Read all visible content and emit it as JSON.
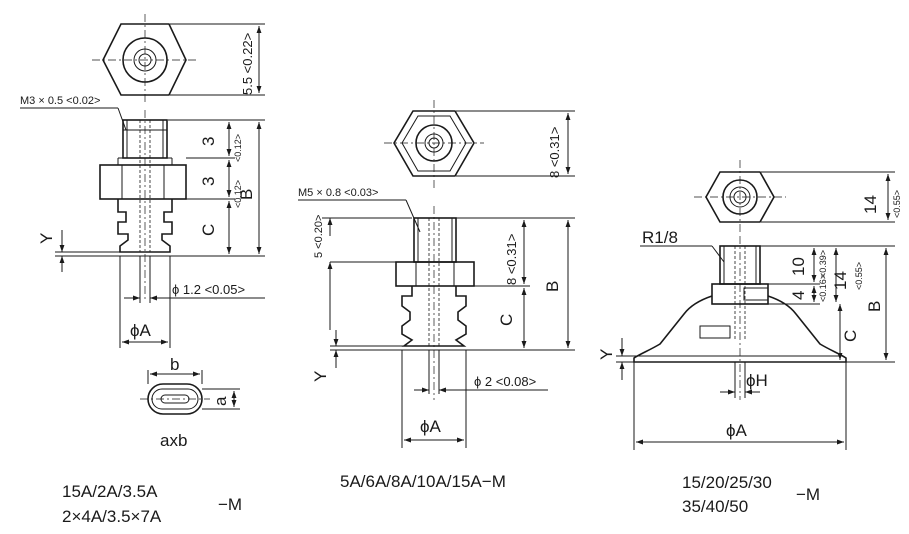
{
  "fig1": {
    "height_hex": "5.5 <0.22>",
    "thread": "M3 × 0.5 <0.02>",
    "dim_3a": "3",
    "dim_3b": "3",
    "tol_012a": "<0.12>",
    "tol_012b": "<0.12>",
    "B": "B",
    "C": "C",
    "Y": "Y",
    "phi12": "ϕ 1.2 <0.05>",
    "phiA": "ϕA",
    "b": "b",
    "a": "a",
    "axb": "axb",
    "caption1": "15A/2A/3.5A",
    "caption2": "2×4A/3.5×7A",
    "suffix": "−M"
  },
  "fig2": {
    "height_hex": "8 <0.31>",
    "thread": "M5 × 0.8 <0.03>",
    "dim_5": "5 <0.20>",
    "dim_8": "8 <0.31>",
    "B": "B",
    "C": "C",
    "Y": "Y",
    "phi2": "ϕ 2 <0.08>",
    "phiA": "ϕA",
    "caption": "5A/6A/8A/10A/15A−M"
  },
  "fig3": {
    "height_hex": "14",
    "tol_055": "<0.55>",
    "thread": "R1/8",
    "dim_10": "10",
    "tol_039": "<0.39>",
    "dim_4": "4",
    "tol_016": "<0.16>",
    "dim_14": "14",
    "tol_055b": "<0.55>",
    "B": "B",
    "C": "C",
    "Y": "Y",
    "phiH": "ϕH",
    "phiA": "ϕA",
    "caption1": "15/20/25/30",
    "caption2": "35/40/50",
    "suffix": "−M"
  }
}
